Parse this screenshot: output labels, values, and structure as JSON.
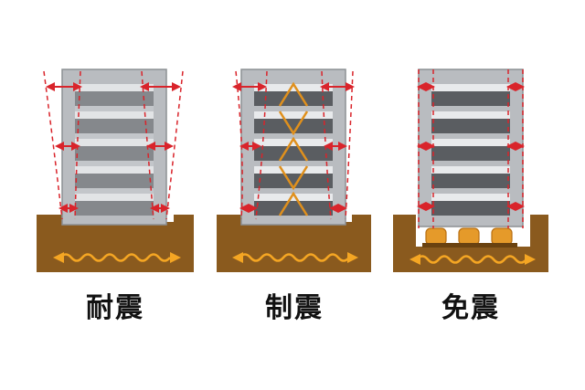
{
  "panels": [
    {
      "id": "taishin",
      "label": "耐震"
    },
    {
      "id": "seishin",
      "label": "制震"
    },
    {
      "id": "menshin",
      "label": "免震"
    }
  ],
  "colors": {
    "ground": "#8a5a1e",
    "ground_dark": "#6a4210",
    "frame": "#b9bcc0",
    "frame_edge": "#8c9094",
    "floor_dark": "#5a5d61",
    "floor_light": "#e8eaec",
    "arrow_red": "#d9242b",
    "wave_orange": "#f5a623",
    "damper": "#e0901c",
    "isolator": "#e59a2a"
  }
}
